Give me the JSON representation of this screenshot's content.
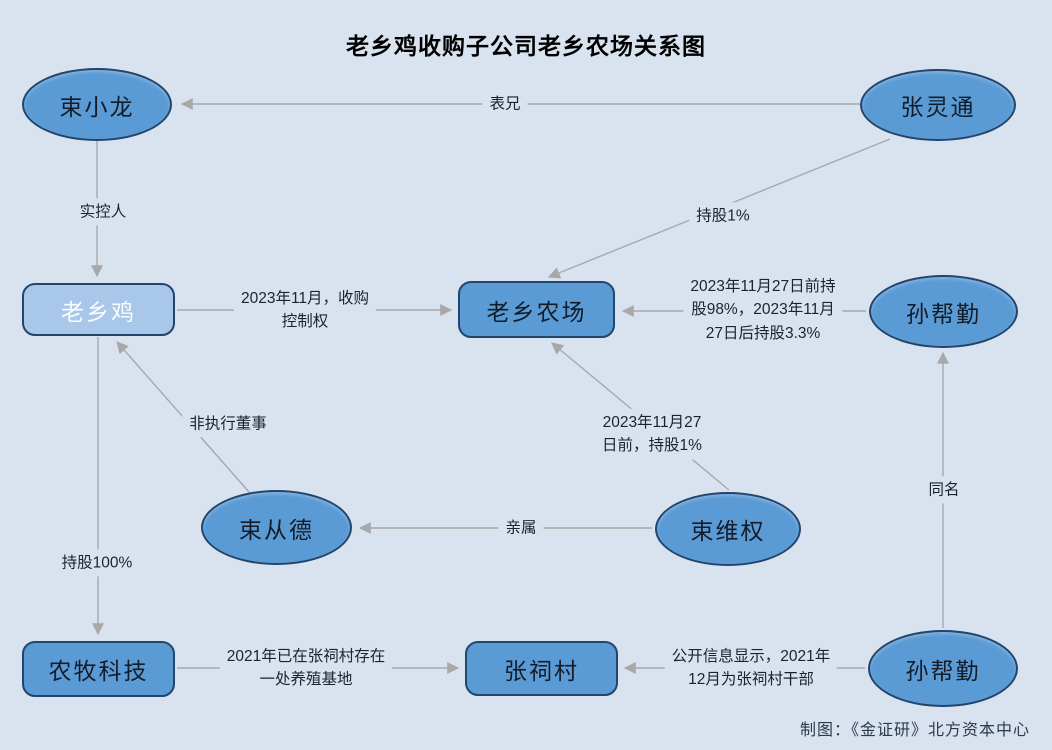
{
  "title": "老乡鸡收购子公司老乡农场关系图",
  "credit": "制图：《金证研》北方资本中心",
  "colors": {
    "background": "#D9E3F0",
    "node_fill": "#5B9BD5",
    "node_fill_light": "#A9C7E9",
    "node_border": "#23456B",
    "line": "#A8A8A8"
  },
  "nodes": {
    "shu_xiaolong": {
      "label": "束小龙",
      "shape": "ellipse"
    },
    "zhang_lingtong": {
      "label": "张灵通",
      "shape": "ellipse"
    },
    "lao_xiang_ji": {
      "label": "老乡鸡",
      "shape": "roundrect"
    },
    "lao_xiang_farm": {
      "label": "老乡农场",
      "shape": "roundrect"
    },
    "sun_bangqin_top": {
      "label": "孙帮勤",
      "shape": "ellipse"
    },
    "shu_congde": {
      "label": "束从德",
      "shape": "ellipse"
    },
    "shu_weiquan": {
      "label": "束维权",
      "shape": "ellipse"
    },
    "nongmu_keji": {
      "label": "农牧科技",
      "shape": "roundrect"
    },
    "zhangci_village": {
      "label": "张祠村",
      "shape": "roundrect"
    },
    "sun_bangqin_bottom": {
      "label": "孙帮勤",
      "shape": "ellipse"
    }
  },
  "edges": {
    "cousin": {
      "from": "张灵通",
      "to": "束小龙",
      "label": "表兄"
    },
    "controller": {
      "from": "束小龙",
      "to": "老乡鸡",
      "label": "实控人"
    },
    "acquire": {
      "from": "老乡鸡",
      "to": "老乡农场",
      "label": "2023年11月，收购\n控制权"
    },
    "zhang_holding": {
      "from": "张灵通",
      "to": "老乡农场",
      "label": "持股1%"
    },
    "sun_holding": {
      "from": "孙帮勤",
      "to": "老乡农场",
      "label": "2023年11月27日前持\n股98%，2023年11月\n27日后持股3.3%"
    },
    "weiquan_holding": {
      "from": "束维权",
      "to": "老乡农场",
      "label": "2023年11月27\n日前，持股1%"
    },
    "relative": {
      "from": "束维权",
      "to": "束从德",
      "label": "亲属"
    },
    "director": {
      "from": "束从德",
      "to": "老乡鸡",
      "label": "非执行董事"
    },
    "holding100": {
      "from": "老乡鸡",
      "to": "农牧科技",
      "label": "持股100%"
    },
    "farm_base": {
      "from": "农牧科技",
      "to": "张祠村",
      "label": "2021年已在张祠村存在\n一处养殖基地"
    },
    "cadre": {
      "from": "孙帮勤",
      "to": "张祠村",
      "label": "公开信息显示，2021年\n12月为张祠村干部"
    },
    "same_name": {
      "from": "孙帮勤",
      "to": "孙帮勤",
      "label": "同名"
    }
  }
}
